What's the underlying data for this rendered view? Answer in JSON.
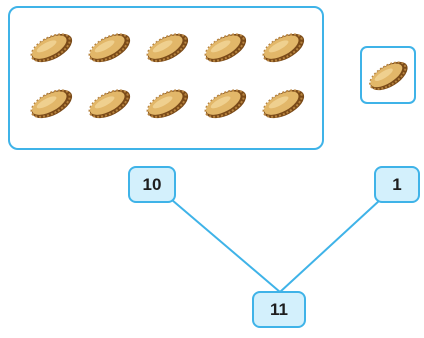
{
  "diagram": {
    "groups": [
      {
        "name": "group-of-ten",
        "item": "seed",
        "count": 10,
        "rows": 2,
        "per_row": 5
      },
      {
        "name": "group-of-one",
        "item": "seed",
        "count": 1
      }
    ],
    "number_bond": {
      "part_left": "10",
      "part_right": "1",
      "whole": "11"
    },
    "colors": {
      "border": "#3fb3e8",
      "box_fill": "#d3f0fc",
      "line": "#3fb3e8",
      "seed_fill": "#e2b769",
      "seed_edge": "#8a5a22"
    }
  }
}
